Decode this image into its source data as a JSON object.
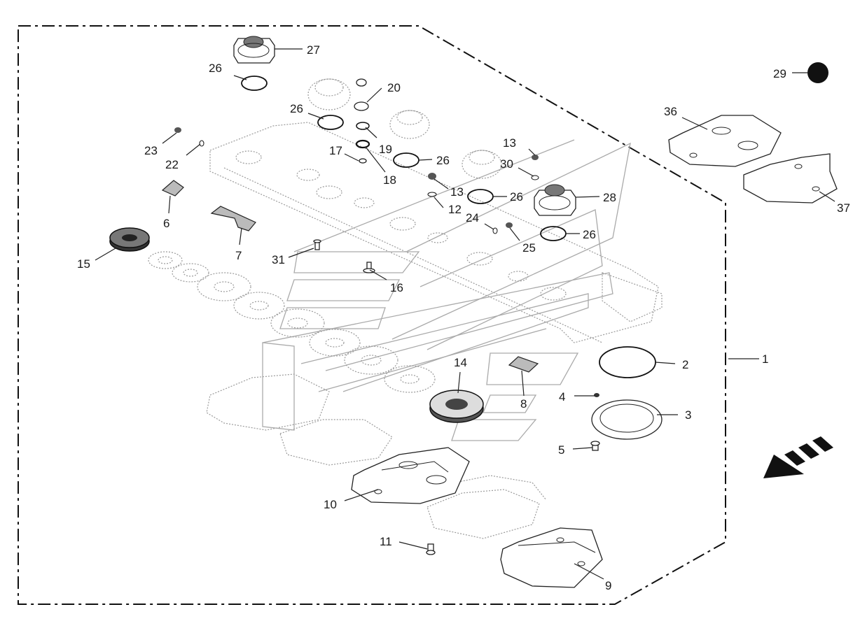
{
  "diagram": {
    "labels": [
      {
        "text": "1"
      },
      {
        "text": "2"
      },
      {
        "text": "3"
      },
      {
        "text": "4"
      },
      {
        "text": "5"
      },
      {
        "text": "6"
      },
      {
        "text": "7"
      },
      {
        "text": "8"
      },
      {
        "text": "9"
      },
      {
        "text": "10"
      },
      {
        "text": "11"
      },
      {
        "text": "12"
      },
      {
        "text": "13"
      },
      {
        "text": "13"
      },
      {
        "text": "14"
      },
      {
        "text": "15"
      },
      {
        "text": "16"
      },
      {
        "text": "17"
      },
      {
        "text": "18"
      },
      {
        "text": "19"
      },
      {
        "text": "20"
      },
      {
        "text": "22"
      },
      {
        "text": "23"
      },
      {
        "text": "24"
      },
      {
        "text": "25"
      },
      {
        "text": "26"
      },
      {
        "text": "26"
      },
      {
        "text": "26"
      },
      {
        "text": "26"
      },
      {
        "text": "26"
      },
      {
        "text": "27"
      },
      {
        "text": "28"
      },
      {
        "text": "29"
      },
      {
        "text": "30"
      },
      {
        "text": "31"
      },
      {
        "text": "36"
      },
      {
        "text": "37"
      }
    ],
    "colors": {
      "line": "#222222",
      "ghost": "#9a9a9a",
      "marker": "#111111"
    }
  }
}
